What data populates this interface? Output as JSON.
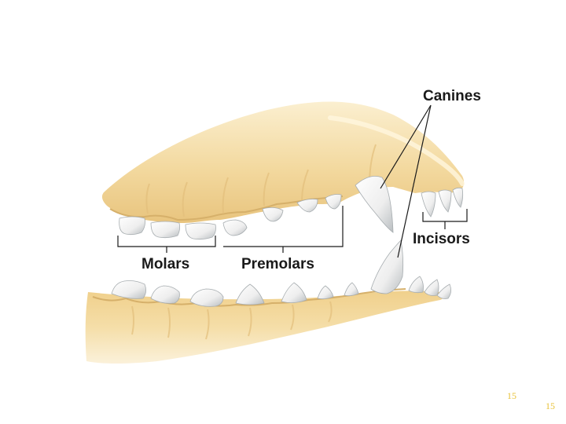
{
  "labels": {
    "canines": "Canines",
    "incisors": "Incisors",
    "molars": "Molars",
    "premolars": "Premolars"
  },
  "page_number": "15",
  "page_number_repeat": "15",
  "colors": {
    "bone": "#f2d9a0",
    "bone_light": "#f8e7bf",
    "bone_shadow": "#d9b56d",
    "tooth": "#f3f3f3",
    "tooth_shadow": "#bfc4c6",
    "line": "#1a1a1a",
    "page_number": "#e8c23a"
  }
}
